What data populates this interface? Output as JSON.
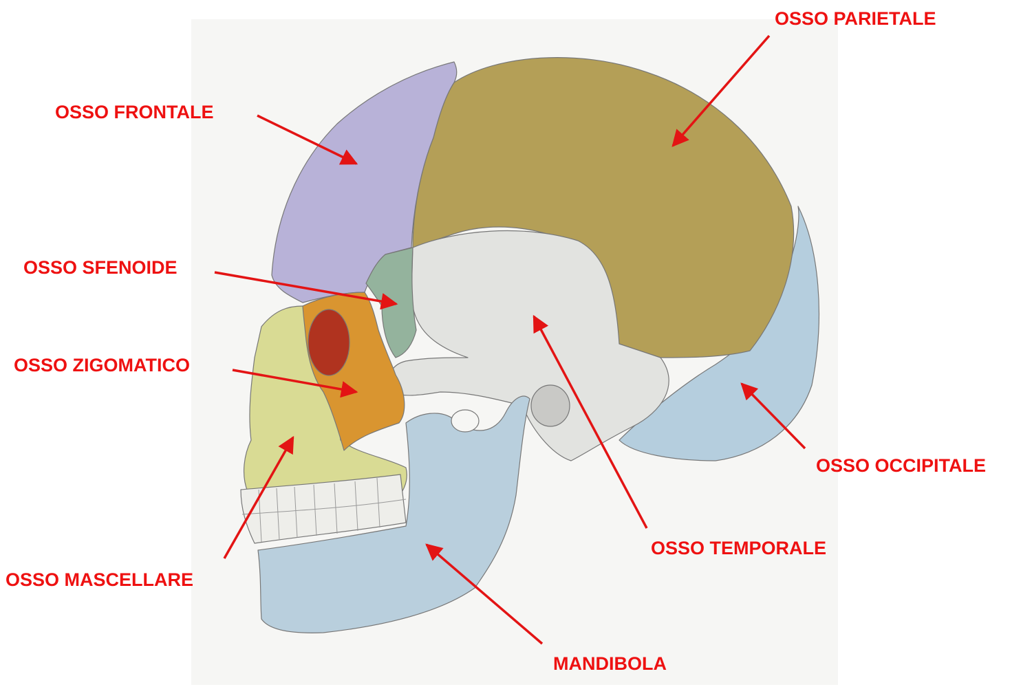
{
  "colors": {
    "label": "#ee1111",
    "arrow": "#e31414",
    "frontal": "#b8b2d8",
    "parietal": "#b49f57",
    "temporal": "#e2e3e0",
    "occipital": "#b5cede",
    "sphenoid": "#94b39d",
    "zygomatic": "#d99530",
    "maxilla": "#d9db94",
    "mandible": "#b9cfdd",
    "orbit": "#b0331f",
    "teeth": "#eeeeea",
    "paper": "#f6f6f4"
  },
  "labels": {
    "parietale": "OSSO PARIETALE",
    "frontale": "OSSO FRONTALE",
    "sfenoide": "OSSO SFENOIDE",
    "zigomatico": "OSSO ZIGOMATICO",
    "occipitale": "OSSO OCCIPITALE",
    "temporale": "OSSO TEMPORALE",
    "mascellare": "OSSO MASCELLARE",
    "mandibola": "MANDIBOLA"
  }
}
